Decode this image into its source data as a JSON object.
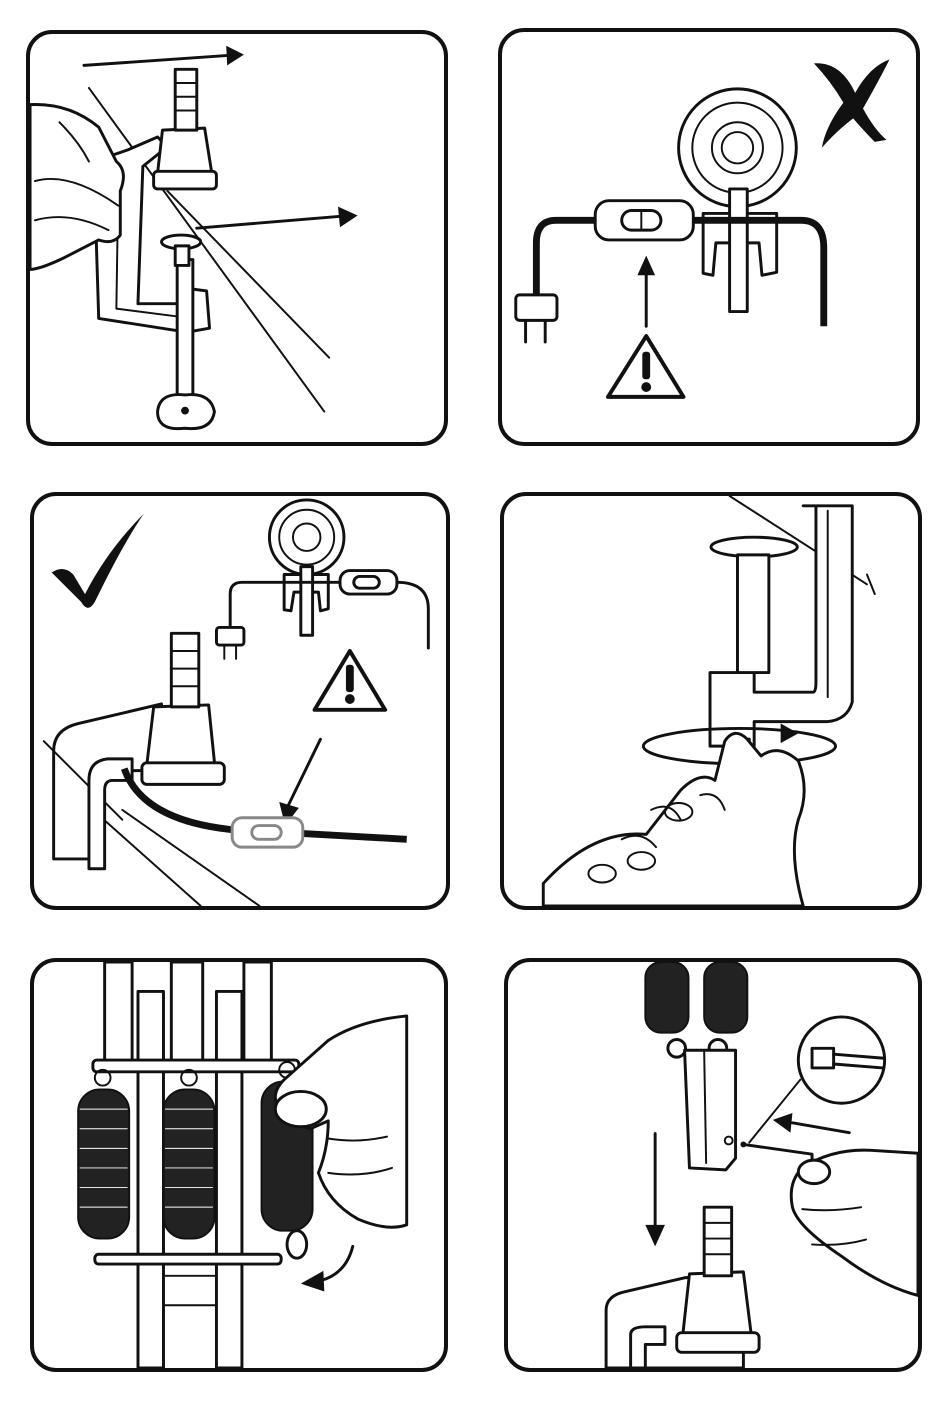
{
  "panels": [
    {
      "id": "p1",
      "step": "attach-clamp",
      "icons": [
        "clamp",
        "arrow-right",
        "hand"
      ]
    },
    {
      "id": "p2",
      "step": "wrong-cord-routing",
      "icons": [
        "cross-mark-icon",
        "warning-icon",
        "plug-icon",
        "switch-icon"
      ]
    },
    {
      "id": "p3",
      "step": "correct-cord-routing",
      "icons": [
        "check-mark-icon",
        "warning-icon",
        "plug-icon",
        "switch-icon"
      ]
    },
    {
      "id": "p4",
      "step": "tighten-clamp-screw",
      "icons": [
        "rotate-arrow-icon",
        "hand"
      ]
    },
    {
      "id": "p5",
      "step": "attach-springs",
      "icons": [
        "spring",
        "curved-arrow-icon",
        "hand"
      ]
    },
    {
      "id": "p6",
      "step": "mount-arm-with-pin",
      "icons": [
        "arrow-down-icon",
        "arrow-left-icon",
        "magnifier-detail",
        "allen-key"
      ]
    }
  ],
  "colors": {
    "line": "#111111",
    "background": "#ffffff"
  }
}
